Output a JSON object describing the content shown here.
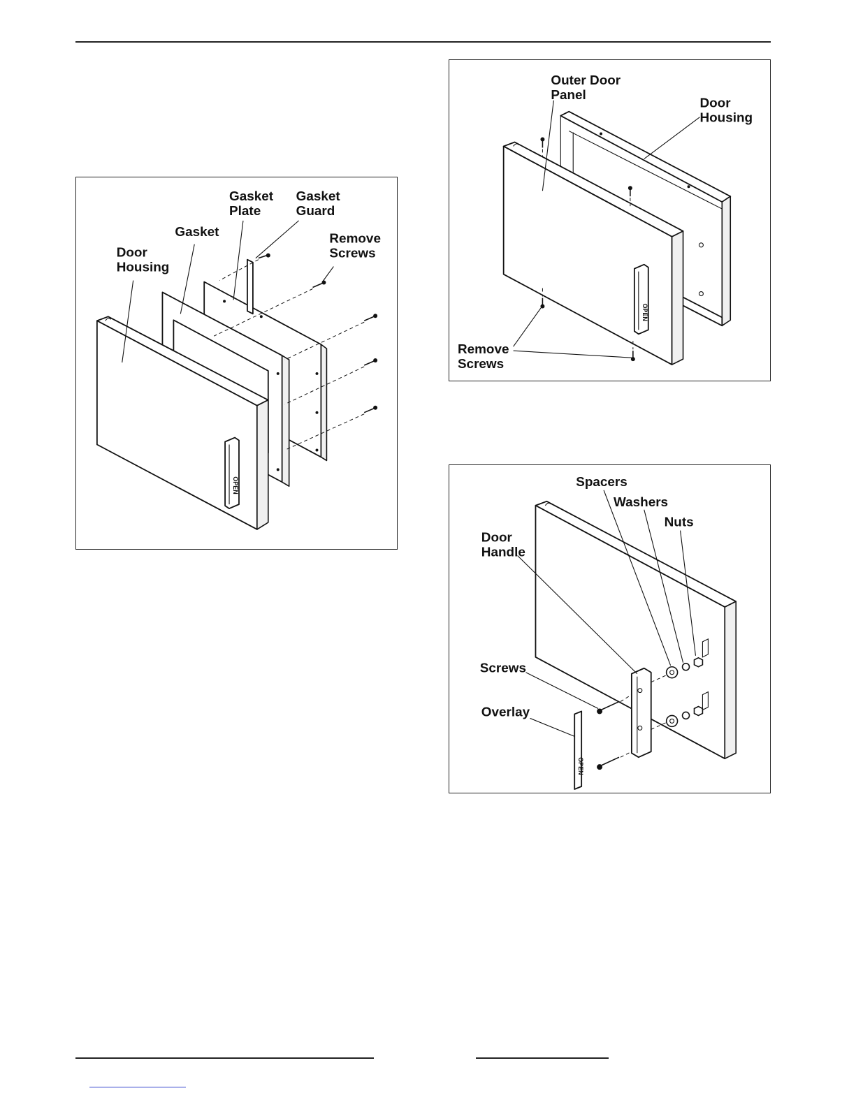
{
  "figures": {
    "gasket": {
      "labels": {
        "gasket_plate": [
          "Gasket",
          "Plate"
        ],
        "gasket_guard": [
          "Gasket",
          "Guard"
        ],
        "gasket": [
          "Gasket"
        ],
        "remove_screws": [
          "Remove",
          "Screws"
        ],
        "door_housing": [
          "Door",
          "Housing"
        ]
      },
      "overlay_text": "OPEN"
    },
    "outer_panel": {
      "labels": {
        "outer_door_panel": [
          "Outer Door",
          "Panel"
        ],
        "door_housing": [
          "Door",
          "Housing"
        ],
        "remove_screws": [
          "Remove",
          "Screws"
        ]
      },
      "overlay_text": "OPEN"
    },
    "handle": {
      "labels": {
        "spacers": [
          "Spacers"
        ],
        "washers": [
          "Washers"
        ],
        "nuts": [
          "Nuts"
        ],
        "door_handle": [
          "Door",
          "Handle"
        ],
        "screws": [
          "Screws"
        ],
        "overlay": [
          "Overlay"
        ]
      },
      "overlay_text": "OPEN"
    }
  }
}
